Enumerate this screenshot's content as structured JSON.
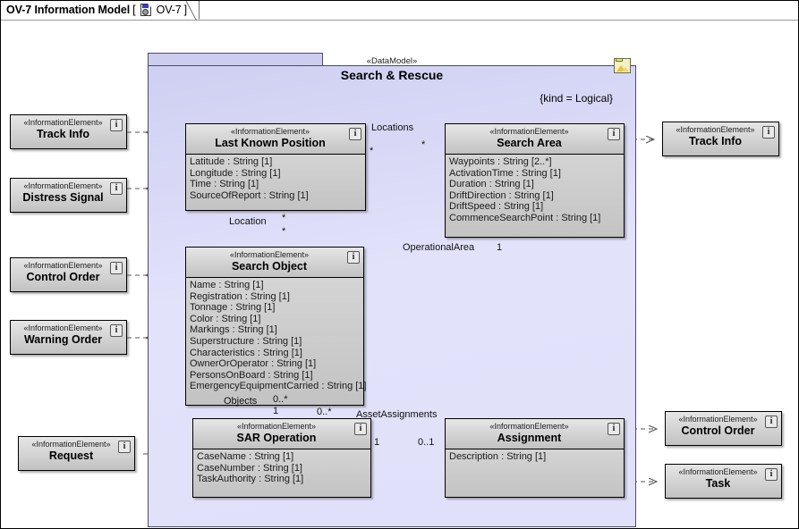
{
  "window": {
    "tab_title": "OV-7 Information Model",
    "tab_bracket_open": "[",
    "tab_bracket_close": "]",
    "tab_diagram_name": "OV-7",
    "tab_icon": "diagram-document-icon"
  },
  "package": {
    "stereotype": "«DataModel»",
    "name": "Search & Rescue",
    "tagged_value": "{kind = Logical}",
    "icon": "package-folder-icon"
  },
  "classes": [
    {
      "id": "last-known-position",
      "stereotype": "«InformationElement»",
      "name": "Last Known Position",
      "attributes": [
        "Latitude : String [1]",
        "Longitude : String [1]",
        "Time : String [1]",
        "SourceOfReport : String [1]"
      ]
    },
    {
      "id": "search-area",
      "stereotype": "«InformationElement»",
      "name": "Search Area",
      "attributes": [
        "Waypoints : String [2..*]",
        "ActivationTime : String [1]",
        "Duration : String [1]",
        "DriftDirection : String [1]",
        "DriftSpeed : String [1]",
        "CommenceSearchPoint : String [1]"
      ]
    },
    {
      "id": "search-object",
      "stereotype": "«InformationElement»",
      "name": "Search Object",
      "attributes": [
        "Name : String [1]",
        "Registration : String [1]",
        "Tonnage : String [1]",
        "Color : String [1]",
        "Markings : String [1]",
        "Superstructure : String [1]",
        "Characteristics : String [1]",
        "OwnerOrOperator : String [1]",
        "PersonsOnBoard : String [1]",
        "EmergencyEquipmentCarried : String [1]"
      ]
    },
    {
      "id": "sar-operation",
      "stereotype": "«InformationElement»",
      "name": "SAR Operation",
      "attributes": [
        "CaseName : String [1]",
        "CaseNumber : String [1]",
        "TaskAuthority : String [1]"
      ]
    },
    {
      "id": "assignment",
      "stereotype": "«InformationElement»",
      "name": "Assignment",
      "attributes": [
        "Description : String [1]"
      ]
    }
  ],
  "external_left": [
    {
      "id": "track-info-left",
      "stereotype": "«InformationElement»",
      "name": "Track Info"
    },
    {
      "id": "distress-signal",
      "stereotype": "«InformationElement»",
      "name": "Distress Signal"
    },
    {
      "id": "control-order-left",
      "stereotype": "«InformationElement»",
      "name": "Control Order"
    },
    {
      "id": "warning-order",
      "stereotype": "«InformationElement»",
      "name": "Warning Order"
    },
    {
      "id": "request",
      "stereotype": "«InformationElement»",
      "name": "Request"
    }
  ],
  "external_right": [
    {
      "id": "track-info-right",
      "stereotype": "«InformationElement»",
      "name": "Track Info"
    },
    {
      "id": "control-order-right",
      "stereotype": "«InformationElement»",
      "name": "Control Order"
    },
    {
      "id": "task",
      "stereotype": "«InformationElement»",
      "name": "Task"
    }
  ],
  "associations": [
    {
      "id": "locations",
      "label": "Locations",
      "source_mult": "*",
      "target_mult": "*"
    },
    {
      "id": "location",
      "label": "Location",
      "source_mult": "*",
      "target_mult": "*"
    },
    {
      "id": "operational-area",
      "label": "OperationalArea",
      "target_mult": "1"
    },
    {
      "id": "objects",
      "label": "Objects",
      "source_mult": "0..*",
      "target_mult": "1"
    },
    {
      "id": "asset-assignments",
      "label": "AssetAssignments",
      "source_mult": "0..*",
      "near_mult": "1",
      "target_mult": "0..1"
    }
  ],
  "colors": {
    "package_fill": "#E0E0FA",
    "package_tab": "#CDCDF0",
    "package_border": "#4A4A70",
    "class_header": "#D8D8D8",
    "class_body": "#C6C6C6",
    "class_border": "#000000",
    "canvas": "#FFFFFF"
  }
}
